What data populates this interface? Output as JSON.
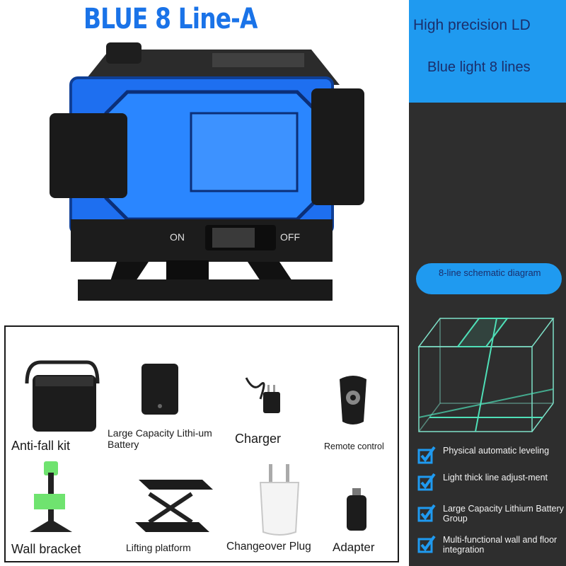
{
  "title": "BLUE 8 Line-A",
  "side_panel": {
    "line1": "High precision LD",
    "line2": "Blue light 8 lines"
  },
  "schematic_label": "8-line schematic diagram",
  "features": [
    "Physical automatic leveling",
    "Light thick line adjust-ment",
    "Large Capacity Lithium Battery Group",
    "Multi-functional wall and floor integration"
  ],
  "switch": {
    "on": "ON",
    "off": "OFF"
  },
  "accessories": {
    "anti_fall_kit": "Anti-fall kit",
    "battery": "Large Capacity Lithi-um Battery",
    "charger": "Charger",
    "remote": "Remote control",
    "wall_bracket": "Wall bracket",
    "lifting_platform": "Lifting platform",
    "changeover_plug": "Changeover Plug",
    "adapter": "Adapter"
  },
  "colors": {
    "title_blue": "#1a73e8",
    "device_blue": "#1e6ff0",
    "panel_blue": "#1f9af0",
    "panel_dark": "#2e2e2e",
    "laser_green": "#7ee0c8"
  }
}
